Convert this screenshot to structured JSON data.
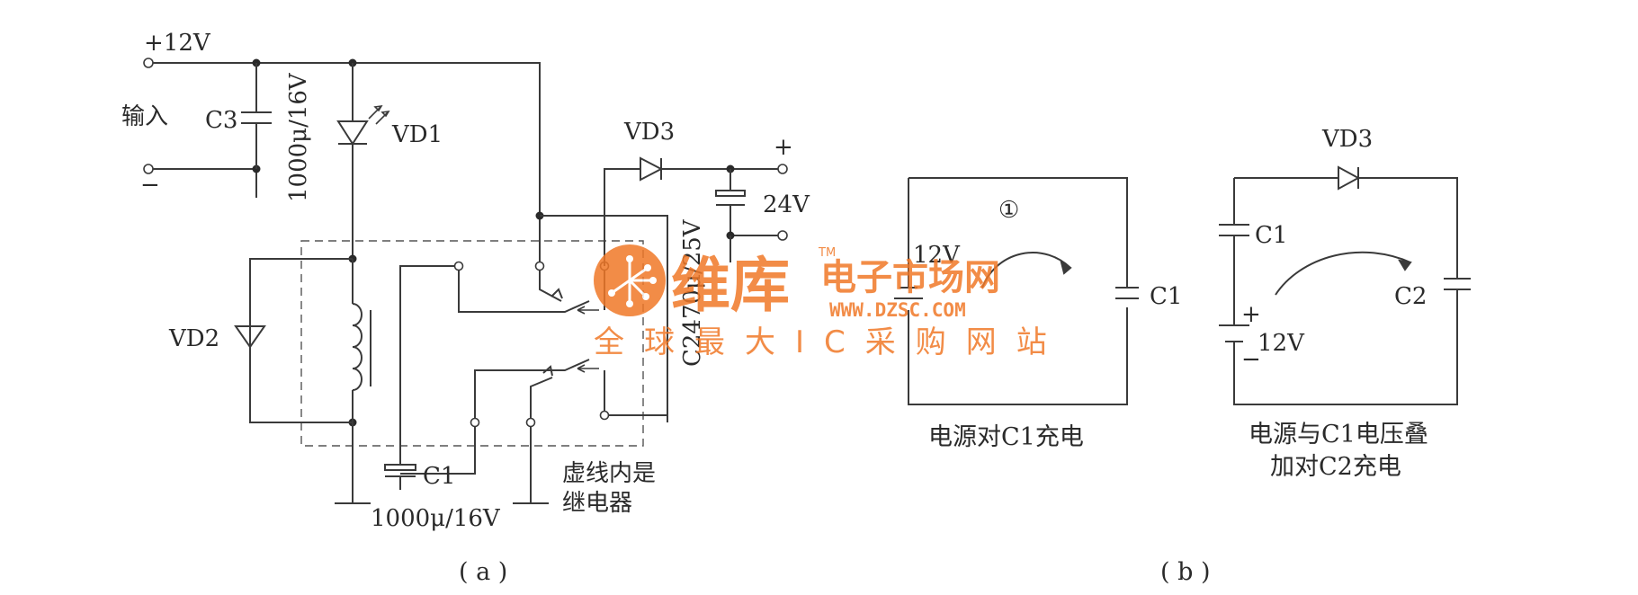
{
  "figure_a": {
    "plus12v": "+12V",
    "input": "输入",
    "minus": "−",
    "c3": "C3",
    "c3_value": "1000μ/16V",
    "vd1": "VD1",
    "vd2": "VD2",
    "vd3": "VD3",
    "plus": "+",
    "out_24v": "24V",
    "c2_value": "C2470μ/25V",
    "c1": "C1",
    "c1_value": "1000μ/16V",
    "relay_note_1": "虚线内是",
    "relay_note_2": "继电器",
    "caption": "( a )"
  },
  "figure_b": {
    "circle_1": "①",
    "v12_left": "12V",
    "c1_left": "C1",
    "caption_left": "电源对C1充电",
    "vd3": "VD3",
    "c1_right": "C1",
    "c2_right": "C2",
    "plus": "+",
    "minus": "−",
    "v12_right": "12V",
    "caption_right_1": "电源与C1电压叠",
    "caption_right_2": "加对C2充电",
    "caption": "( b )"
  },
  "watermark": {
    "brand_cn": "维库",
    "tm": "TM",
    "brand_sub": "电子市场网",
    "url": "WWW.DZSC.COM",
    "slogan": "全球最大IC采购网站",
    "color": "#f07828"
  }
}
